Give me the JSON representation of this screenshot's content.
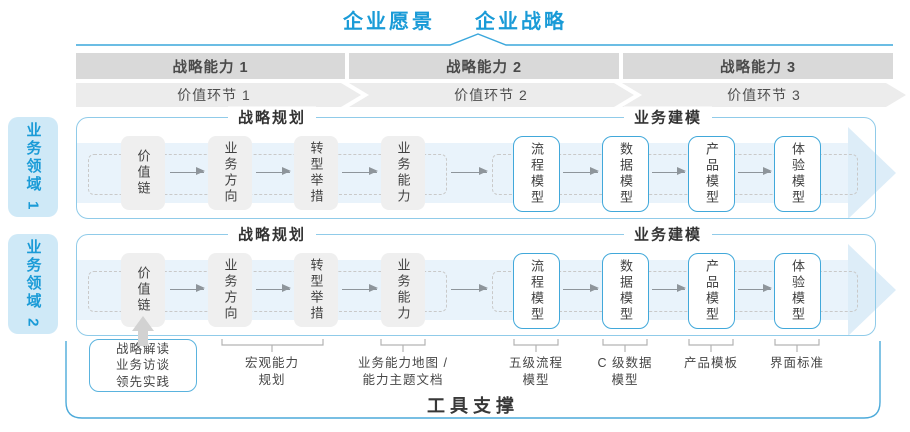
{
  "title": {
    "vision": "企业愿景",
    "strategy": "企业战略"
  },
  "capability_bars": [
    "战略能力 1",
    "战略能力 2",
    "战略能力 3"
  ],
  "value_chain": [
    "价值环节 1",
    "价值环节 2",
    "价值环节 3"
  ],
  "domains": [
    "业务领域 1",
    "业务领域 2"
  ],
  "rows": [
    {
      "sections": [
        "战略规划",
        "业务建模"
      ],
      "boxes": [
        "价值链",
        "业务方向",
        "转型举措",
        "业务能力",
        "流程模型",
        "数据模型",
        "产品模型",
        "体验模型"
      ]
    },
    {
      "sections": [
        "战略规划",
        "业务建模"
      ],
      "boxes": [
        "价值链",
        "业务方向",
        "转型举措",
        "业务能力",
        "流程模型",
        "数据模型",
        "产品模型",
        "体验模型"
      ]
    }
  ],
  "annotations": {
    "input_box": {
      "lines": [
        "战略解读",
        "业务访谈",
        "领先实践"
      ]
    },
    "labels": [
      {
        "lines": [
          "宏观能力",
          "规划"
        ]
      },
      {
        "lines": [
          "业务能力地图 /",
          "能力主题文档"
        ]
      },
      {
        "lines": [
          "五级流程",
          "模型"
        ]
      },
      {
        "lines": [
          "C 级数据",
          "模型"
        ]
      },
      {
        "lines": [
          "产品模板"
        ]
      },
      {
        "lines": [
          "界面标准"
        ]
      }
    ]
  },
  "footer": {
    "label": "工具支撑"
  },
  "colors": {
    "accent_blue": "#1a9bd7",
    "row_border": "#90cbe9",
    "outer_border": "#4caada",
    "band_fill": "#e9f3fb",
    "band_arrow": "#ddedf8",
    "bar_gray": "#d9d9d9",
    "chevron_gray": "#ececec",
    "node_gray": "#efefef",
    "node_blue_border": "#41a8da",
    "flow_arrow": "#8e959b",
    "domain_fill": "#cfe9f7"
  }
}
